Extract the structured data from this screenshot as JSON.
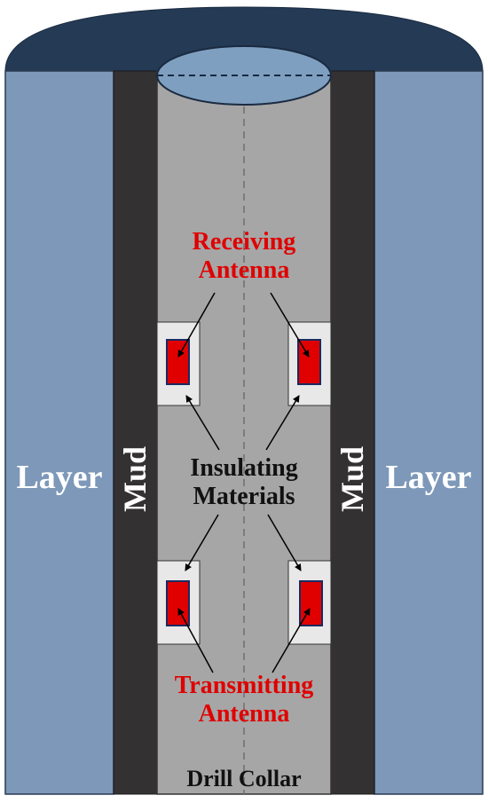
{
  "labels": {
    "layer_left": "Layer",
    "layer_right": "Layer",
    "mud_left": "Mud",
    "mud_right": "Mud",
    "receiving_line1": "Receiving",
    "receiving_line2": "Antenna",
    "insulating_line1": "Insulating",
    "insulating_line2": "Materials",
    "transmitting_line1": "Transmitting",
    "transmitting_line2": "Antenna",
    "drill_collar": "Drill Collar"
  },
  "colors": {
    "layer": "#7d98b8",
    "top_cap": "#243a55",
    "mud": "#343132",
    "collar": "#a6a6a6",
    "bore_ellipse": "#7f9fc0",
    "insulator": "#e8e8e8",
    "antenna": "#e00000",
    "antenna_label": "#e00000",
    "text_light": "#ffffff",
    "text_dark": "#111111"
  }
}
